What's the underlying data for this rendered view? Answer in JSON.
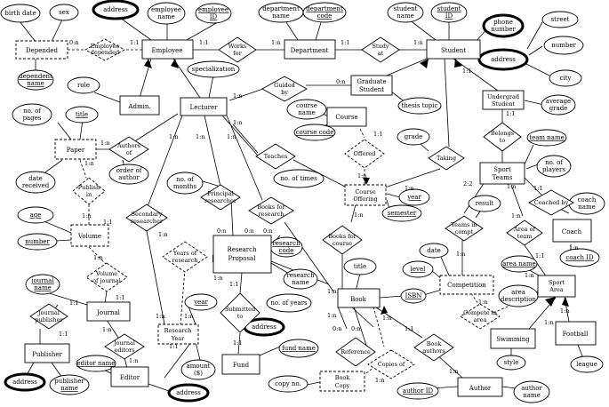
{
  "attributes": {
    "birth_date": "birth date",
    "sex": "sex",
    "dependent_name_1": "dependent",
    "dependent_name_2": "name",
    "emp_address": "address",
    "employee_name_1": "employee",
    "employee_name_2": "name",
    "employee_id_1": "employee",
    "employee_id_2": "ID",
    "department_name_1": "department",
    "department_name_2": "name",
    "department_code_1": "department",
    "department_code_2": "code",
    "student_name_1": "student",
    "student_name_2": "name",
    "student_id_1": "student",
    "student_id_2": "ID",
    "phone_1": "phone",
    "phone_2": "number",
    "stu_address": "address",
    "street": "street",
    "number": "number",
    "city": "city",
    "average_grade_1": "average",
    "average_grade_2": "grade",
    "role": "role",
    "specialization": "specialization",
    "thesis_topic": "thesis topic",
    "no_of_pages_1": "no. of",
    "no_of_pages_2": "pages",
    "title_paper": "title",
    "date_received_1": "date",
    "date_received_2": "received",
    "order_author_1": "order of",
    "order_author_2": "author",
    "course_name_1": "course",
    "course_name_2": "name",
    "course_code": "course code",
    "grade": "grade",
    "team_name": "team name",
    "no_of_players_1": "no. of",
    "no_of_players_2": "players",
    "no_of_months_1": "no. of",
    "no_of_months_2": "months",
    "no_of_times": "no. of times",
    "year_offering": "year",
    "semester": "semester",
    "result": "result",
    "coach_name_1": "coach",
    "coach_name_2": "name",
    "coach_id": "coach ID",
    "age": "age",
    "vol_number": "number",
    "research_code_1": "research",
    "research_code_2": "code",
    "research_name_1": "research",
    "research_name_2": "name",
    "no_of_years": "no. of years",
    "title_book": "title",
    "date": "date",
    "level": "level",
    "isbn": "ISBN",
    "area_name": "area name",
    "area_desc_1": "area",
    "area_desc_2": "description",
    "journal_name_1": "journal",
    "journal_name_2": "name",
    "year_ry": "year",
    "fund_address": "address",
    "fund_name": "fund name",
    "editor_name": "editor name",
    "pub_address": "address",
    "publisher_name_1": "publisher",
    "publisher_name_2": "name",
    "amount_1": "amount",
    "amount_2": "($)",
    "ed_address": "address",
    "copy_no": "copy no.",
    "author_id": "author ID",
    "author_name_1": "author",
    "author_name_2": "name",
    "style": "style",
    "league": "league"
  },
  "entities": {
    "dependent": "Depended",
    "employee": "Employee",
    "department": "Department",
    "student": "Student",
    "admin": "Admin.",
    "lecturer": "Lecturer",
    "graduate_1": "Graduate",
    "graduate_2": "Student",
    "undergrad_1": "Undergrad",
    "undergrad_2": "Student",
    "course": "Course",
    "paper": "Paper",
    "course_offering_1": "Course",
    "course_offering_2": "Offering",
    "sport_teams_1": "Sport",
    "sport_teams_2": "Teams",
    "volume": "Volume",
    "research_proposal_1": "Research",
    "research_proposal_2": "Proposal",
    "coach": "Coach",
    "book": "Book",
    "competition": "Competition",
    "sport_area_1": "Sport",
    "sport_area_2": "Area",
    "journal": "Journal",
    "research_year_1": "Research",
    "research_year_2": "Year",
    "publisher": "Publisher",
    "fund": "Fund",
    "editor": "Editor",
    "book_copy_1": "Book",
    "book_copy_2": "Copy",
    "author": "Author",
    "swimming": "Swimming",
    "football": "Football"
  },
  "relationships": {
    "employee_depended_1": "Employee",
    "employee_depended_2": "depended",
    "works_for_1": "Works",
    "works_for_2": "for",
    "study_at_1": "Study",
    "study_at_2": "at",
    "guided_by_1": "Guided",
    "guided_by_2": "by",
    "authors_of_1": "Authors",
    "authors_of_2": "of",
    "offered": "Offered",
    "belongs_to_1": "Belongs",
    "belongs_to_2": "to",
    "publish_in_1": "Publish",
    "publish_in_2": "in",
    "teaches": "Teaches",
    "taking": "Taking",
    "secondary_1": "Secondary",
    "secondary_2": "researcher",
    "principal_1": "Principal",
    "principal_2": "researcher",
    "books_research_1": "Books for",
    "books_research_2": "research",
    "teams_compt_1": "Teams in",
    "teams_compt_2": "compt",
    "coached_by": "Coached by",
    "area_team_1": "Area of",
    "area_team_2": "team",
    "volume_of_1": "Volume",
    "volume_of_2": "of journal",
    "years_research_1": "Years of",
    "years_research_2": "research",
    "books_course_1": "Books for",
    "books_course_2": "course",
    "journal_publisher_1": "Journal",
    "journal_publisher_2": "publisher",
    "submitted_to_1": "Submitted",
    "submitted_to_2": "to",
    "compete_area_1": "Compete in",
    "compete_area_2": "area",
    "journal_editors_1": "Journal",
    "journal_editors_2": "editors",
    "reference": "Reference",
    "book_authors_1": "Book",
    "book_authors_2": "authors",
    "copies_of": "Copies of"
  },
  "cardinalities": [
    "0:n",
    "1:1",
    "1:1",
    "1:n",
    "1:1",
    "1:n",
    "1:1",
    "1:n",
    "0:n",
    "1:1",
    "1:n",
    "1:n",
    "1:n",
    "1:n",
    "1:n",
    "1:n",
    "1:n",
    "1:1",
    "2:2",
    "1:n",
    "1:1",
    "1:n",
    "1:n",
    "1:1",
    "1:n",
    "1:1",
    "1:n",
    "0:n",
    "0:n",
    "0:n",
    "1:n",
    "1:n",
    "1:n",
    "1:1",
    "1:1",
    "1:n",
    "1:1",
    "1:n",
    "1:n",
    "1:1",
    "1:n",
    "1:1",
    "1:n",
    "1:n",
    "1:n",
    "1:n",
    "0:n",
    "0:n",
    "1:1",
    "1:n",
    "1:1",
    "1:n",
    "1:n",
    "1:n",
    "1:n",
    "1:n",
    "1:n"
  ]
}
